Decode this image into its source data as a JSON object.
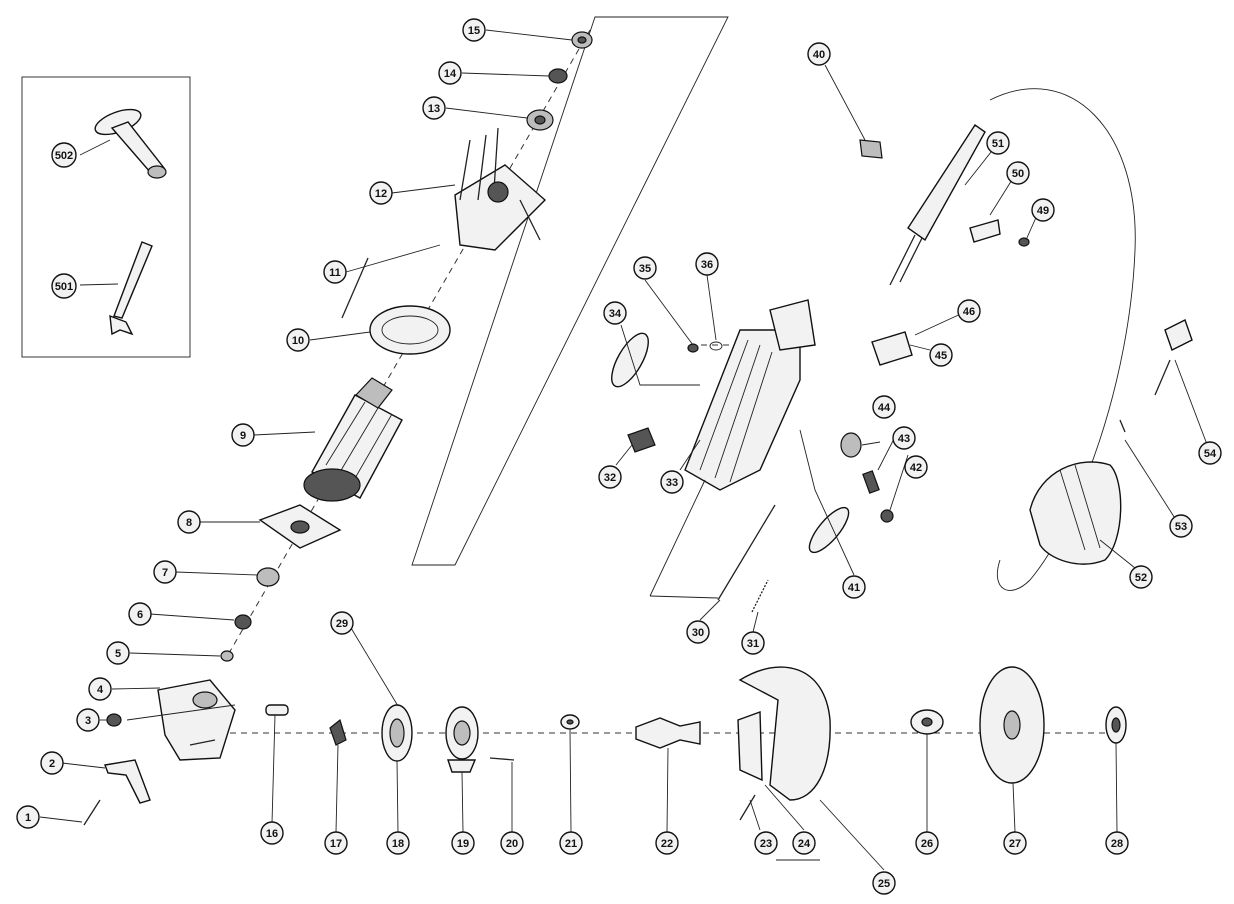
{
  "diagram": {
    "labels": {
      "p1": "1",
      "p2": "2",
      "p3": "3",
      "p4": "4",
      "p5": "5",
      "p6": "6",
      "p7": "7",
      "p8": "8",
      "p9": "9",
      "p10": "10",
      "p11": "11",
      "p12": "12",
      "p13": "13",
      "p14": "14",
      "p15": "15",
      "p16": "16",
      "p17": "17",
      "p18": "18",
      "p19": "19",
      "p20": "20",
      "p21": "21",
      "p22": "22",
      "p23": "23",
      "p24": "24",
      "p25": "25",
      "p26": "26",
      "p27": "27",
      "p28": "28",
      "p29": "29",
      "p30": "30",
      "p31": "31",
      "p32": "32",
      "p33": "33",
      "p34": "34",
      "p35": "35",
      "p36": "36",
      "p40": "40",
      "p41": "41",
      "p42": "42",
      "p43": "43",
      "p44": "44",
      "p45": "45",
      "p46": "46",
      "p49": "49",
      "p50": "50",
      "p51": "51",
      "p52": "52",
      "p53": "53",
      "p54": "54",
      "p501": "501",
      "p502": "502"
    }
  }
}
